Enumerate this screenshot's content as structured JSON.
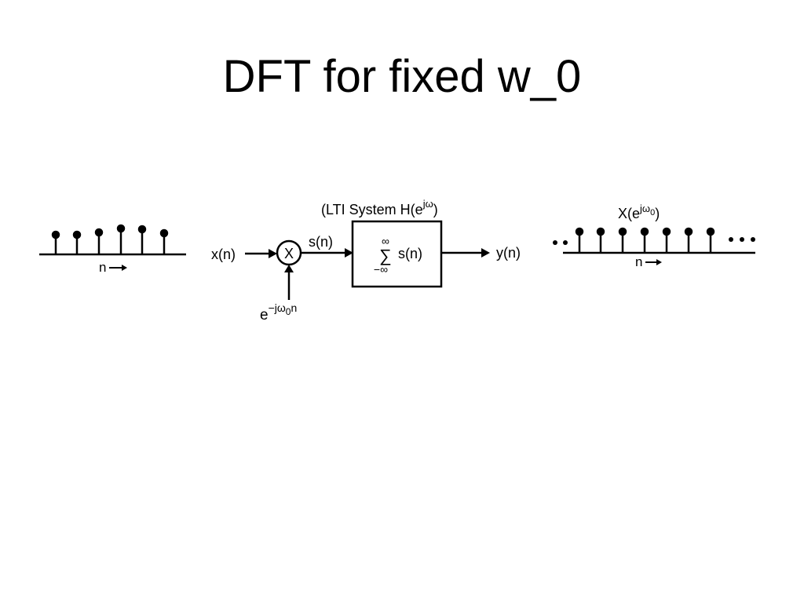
{
  "slide": {
    "title": "DFT for fixed w_0"
  },
  "diagram": {
    "input_signal_axis_label": "n",
    "input_label": "x(n)",
    "multiplier_symbol": "X",
    "modulator_base": "e",
    "modulator_exponent": "−jω",
    "modulator_subscript": "0",
    "modulator_exponent_tail": "n",
    "product_label": "s(n)",
    "system_caption_prefix": "(LTI System H(e",
    "system_caption_exponent": "jω",
    "system_caption_suffix": ")",
    "sum_symbol": "∑",
    "sum_upper_limit": "∞",
    "sum_lower_limit": "−∞",
    "sum_argument": "s(n)",
    "output_label": "y(n)",
    "spectrum_label_prefix": "X(e",
    "spectrum_label_exponent": "jω",
    "spectrum_label_subscript": "0",
    "spectrum_label_suffix": ")",
    "output_signal_axis_label": "n",
    "stroke_color": "#000000",
    "background_color": "#ffffff"
  }
}
